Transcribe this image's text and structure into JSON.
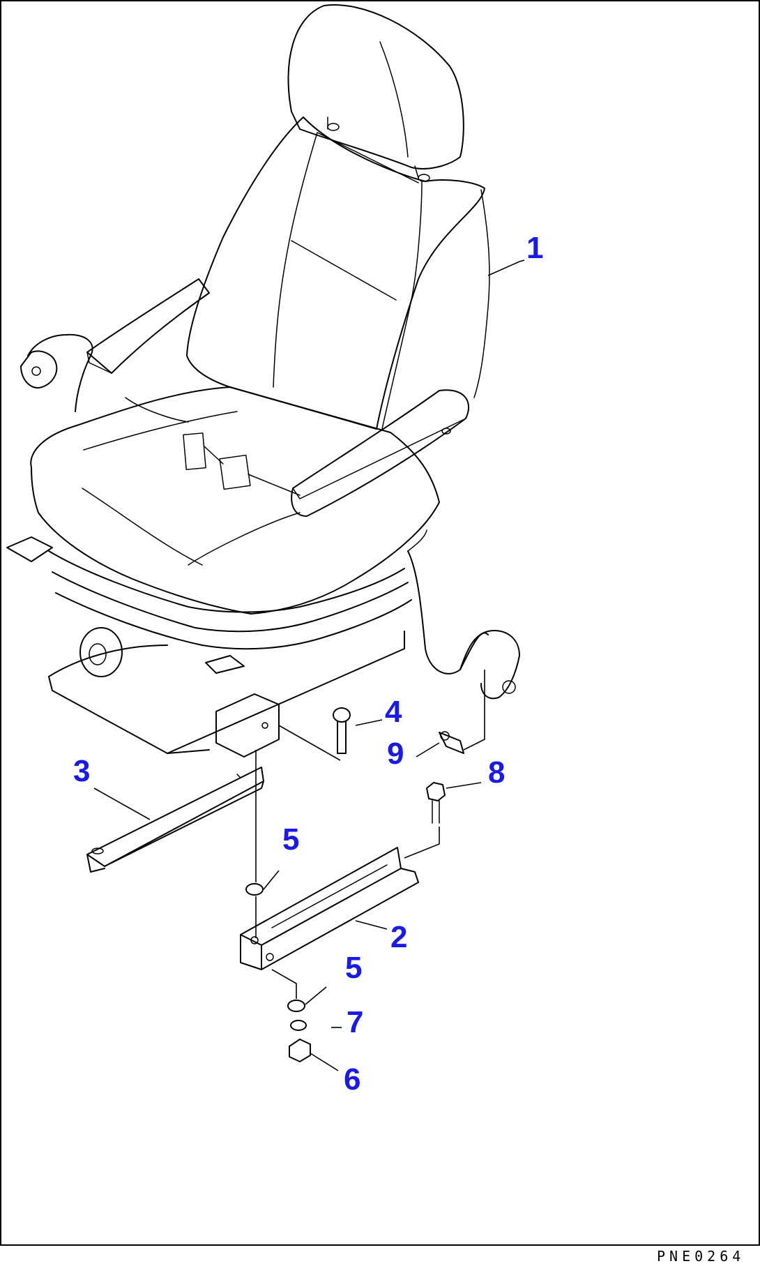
{
  "diagram": {
    "callout_color": "#1a1ae6",
    "drawing_code": "PNE0264",
    "callouts": [
      {
        "id": "1",
        "label": "1"
      },
      {
        "id": "2",
        "label": "2"
      },
      {
        "id": "3",
        "label": "3"
      },
      {
        "id": "4",
        "label": "4"
      },
      {
        "id": "5a",
        "label": "5"
      },
      {
        "id": "5b",
        "label": "5"
      },
      {
        "id": "6",
        "label": "6"
      },
      {
        "id": "7",
        "label": "7"
      },
      {
        "id": "8",
        "label": "8"
      },
      {
        "id": "9",
        "label": "9"
      }
    ]
  }
}
